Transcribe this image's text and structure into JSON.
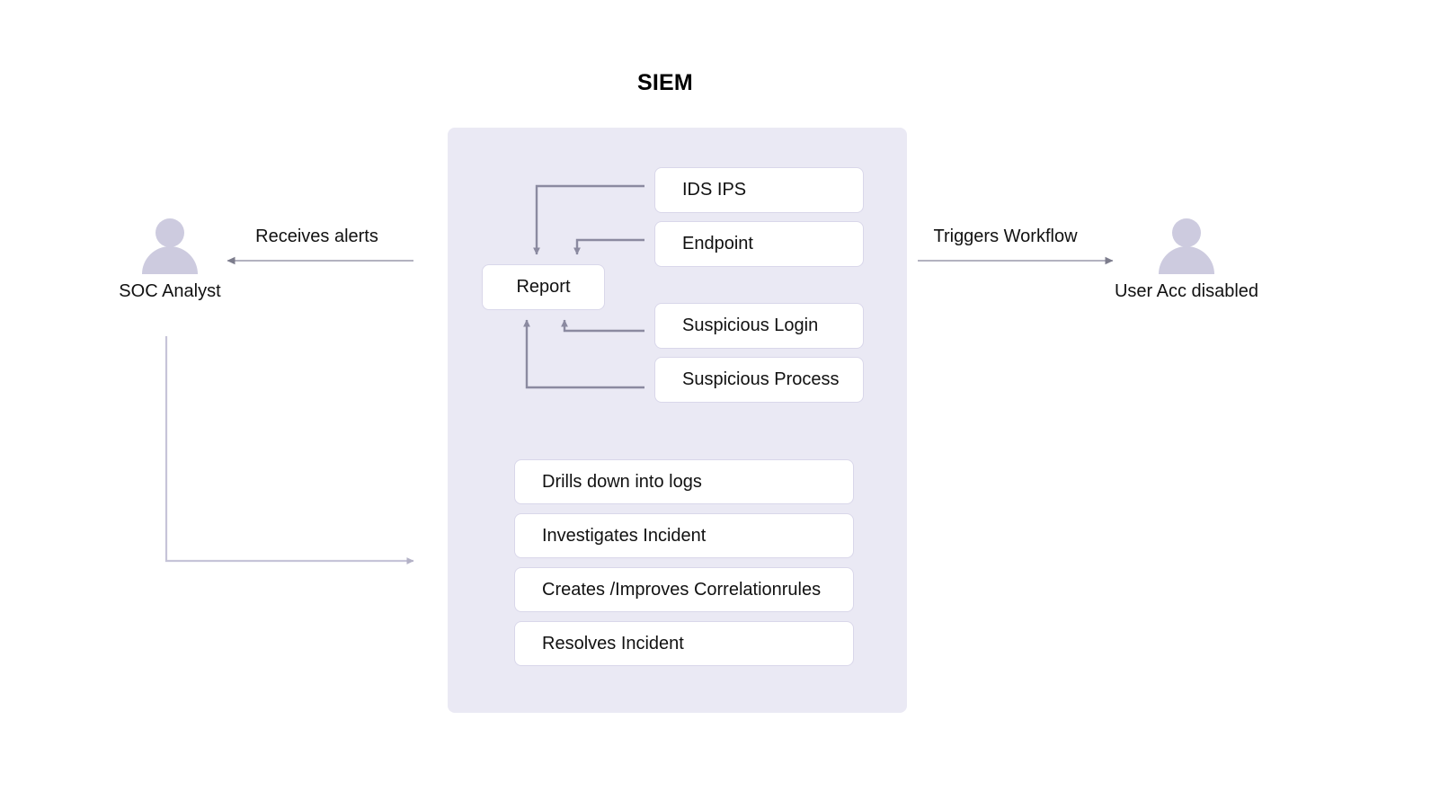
{
  "diagram": {
    "title": "SIEM",
    "panel_color": "#eae9f4",
    "box_border_color": "#d9d7ea",
    "connector_color": "#8b8aa0",
    "light_connector_color": "#c6c4d8",
    "actor_color": "#cdcbdf",
    "text_color": "#111111"
  },
  "actors": {
    "left": {
      "label": "SOC Analyst",
      "icon": "person-icon"
    },
    "right": {
      "label": "User Acc disabled",
      "icon": "person-icon"
    }
  },
  "flows": {
    "receives_alerts": {
      "label": "Receives alerts",
      "direction": "left"
    },
    "triggers_workflow": {
      "label": "Triggers Workflow",
      "direction": "right"
    }
  },
  "report": {
    "label": "Report"
  },
  "alert_sources": [
    {
      "label": "IDS  IPS"
    },
    {
      "label": "Endpoint"
    },
    {
      "label": "Suspicious Login"
    },
    {
      "label": "Suspicious Process"
    }
  ],
  "analyst_actions": [
    {
      "label": "Drills down into logs"
    },
    {
      "label": "Investigates Incident"
    },
    {
      "label": "Creates /Improves Correlationrules"
    },
    {
      "label": "Resolves Incident"
    }
  ]
}
